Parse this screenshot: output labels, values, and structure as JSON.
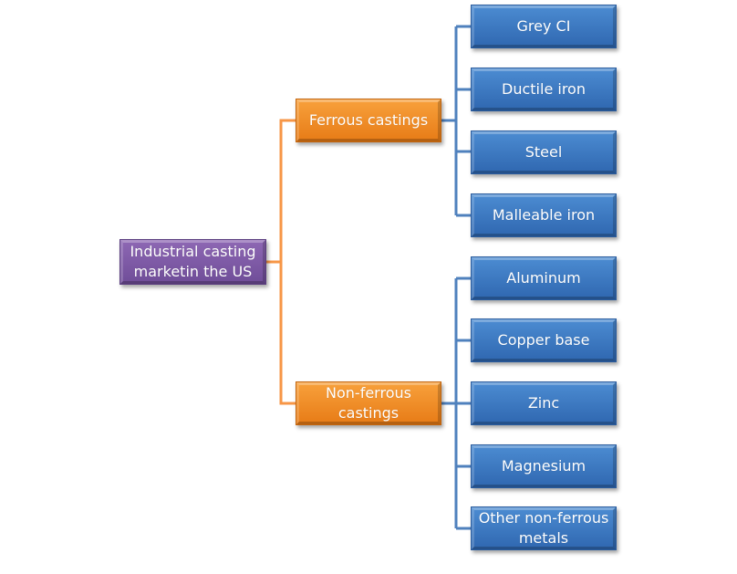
{
  "diagram": {
    "root": {
      "label": "Industrial casting marketin the US",
      "color": "#7a56a3"
    },
    "branches": [
      {
        "label": "Ferrous castings",
        "color": "#f28c28",
        "children": [
          "Grey CI",
          "Ductile iron",
          "Steel",
          "Malleable iron"
        ]
      },
      {
        "label": "Non-ferrous castings",
        "color": "#f28c28",
        "children": [
          "Aluminum",
          "Copper base",
          "Zinc",
          "Magnesium",
          "Other non-ferrous metals"
        ]
      }
    ],
    "leaf_color": "#3d7ac4",
    "connector_colors": {
      "root": "#f79646",
      "branch": "#4f81bd"
    }
  }
}
